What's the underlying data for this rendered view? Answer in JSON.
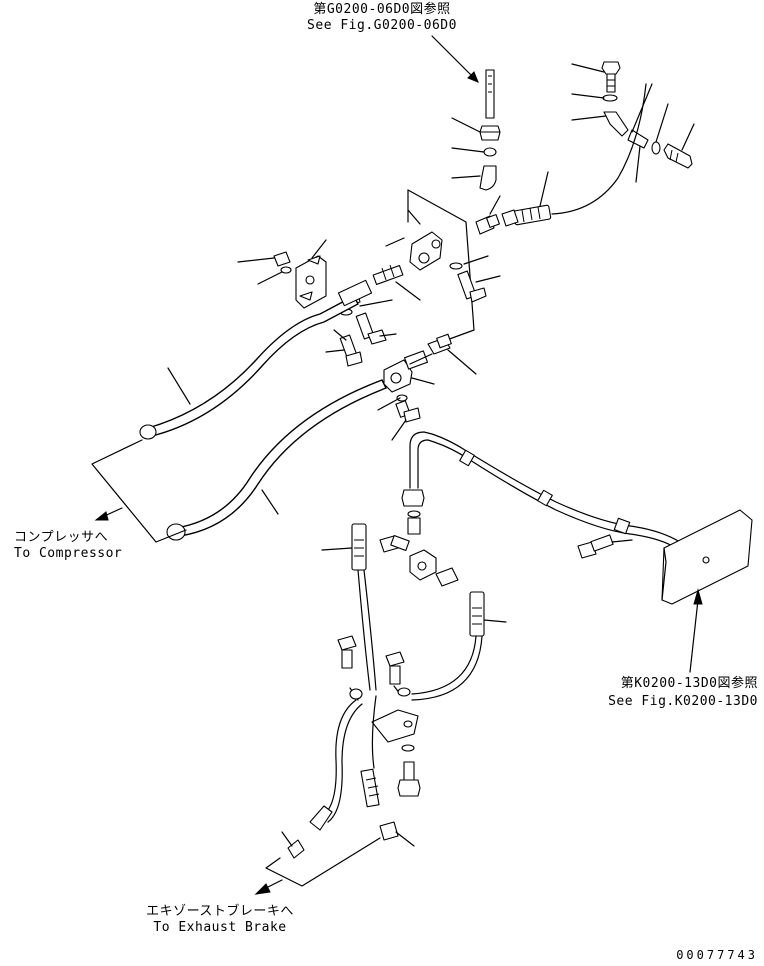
{
  "references": {
    "top": {
      "jp": "第G0200-06D0図参照",
      "en": "See Fig.G0200-06D0"
    },
    "right": {
      "jp": "第K0200-13D0図参照",
      "en": "See Fig.K0200-13D0"
    }
  },
  "destinations": {
    "compressor": {
      "jp": "コンプレッサへ",
      "en": "To Compressor"
    },
    "exhaust_brake": {
      "jp": "エキゾーストブレーキへ",
      "en": "To Exhaust Brake"
    }
  },
  "drawing_number": "00077743"
}
